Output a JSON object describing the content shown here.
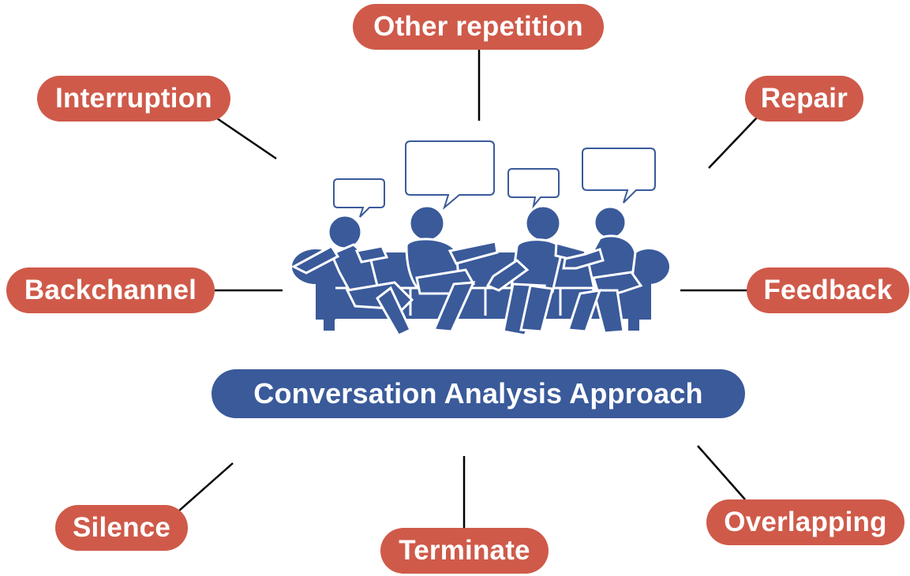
{
  "center_label": "Conversation Analysis Approach",
  "concepts": {
    "other_repetition": "Other repetition",
    "interruption": "Interruption",
    "repair": "Repair",
    "backchannel": "Backchannel",
    "feedback": "Feedback",
    "silence": "Silence",
    "terminate": "Terminate",
    "overlapping": "Overlapping"
  },
  "colors": {
    "concept_fill": "#cf5a4a",
    "center_fill": "#3a5a9a",
    "illustration": "#3a5a9a",
    "connector": "#000000",
    "text": "#ffffff"
  },
  "illustration": "four-people-on-sofa-with-speech-bubbles"
}
